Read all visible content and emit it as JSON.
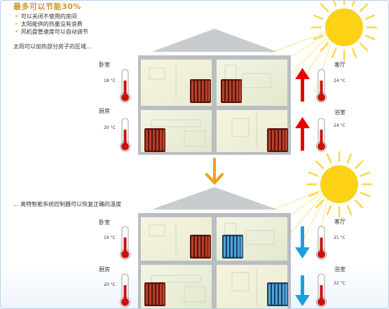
{
  "header": {
    "title": "最多可以节能30%",
    "bullets": [
      "可以关闭不使用的房间",
      "太阳能供的热量没有浪费",
      "风机盘管速度可以自动调节"
    ],
    "note_top": "太阳可以加热部分房子的区域...",
    "note_bottom": "... 奥特智能系统控制器可以恢复正确的温度"
  },
  "house_top": {
    "left": {
      "upper_room": "卧室",
      "upper_temp": "18 °C",
      "lower_room": "厨房",
      "lower_temp": "20 °C"
    },
    "right": {
      "upper_room": "客厅",
      "upper_temp": "24 °C",
      "lower_room": "浴室",
      "lower_temp": "24 °C"
    }
  },
  "house_bottom": {
    "left": {
      "upper_room": "卧室",
      "upper_temp": "19 °C",
      "lower_room": "厨房",
      "lower_temp": "20 °C"
    },
    "right": {
      "upper_room": "客厅",
      "upper_temp": "21 °C",
      "lower_room": "浴室",
      "lower_temp": "22 °C"
    }
  },
  "colors": {
    "title": "#c89a28",
    "sun": "#fcd116",
    "sun_rays": "#fde36a",
    "arrow_up": "#e60000",
    "arrow_down": "#1aa0e0",
    "arrow_between": "#f0a010",
    "radiator_hot": "#7a1a10",
    "radiator_cool": "#1a6aa8",
    "thermometer": "#cc1010"
  }
}
